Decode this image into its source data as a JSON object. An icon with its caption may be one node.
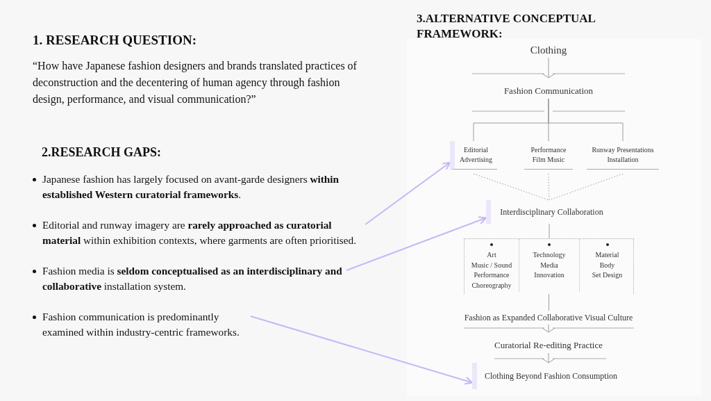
{
  "diagram": {
    "nodes": [
      {
        "text": [
          "Clothing"
        ]
      },
      {
        "text": [
          "Fashion Communication"
        ]
      },
      {
        "text": [
          "Editorial",
          "Advertising"
        ]
      },
      {
        "text": [
          "Performance",
          "Film Music"
        ]
      },
      {
        "text": [
          "Runway Presentations",
          "Installation"
        ]
      },
      {
        "text": [
          "Interdisciplinary Collaboration"
        ]
      },
      {
        "text": [],
        "shape": "box"
      },
      {
        "text": [
          "Art",
          "Music / Sound",
          "Performance",
          "Choreography"
        ],
        "in": 6
      },
      {
        "text": [
          "Technology",
          "Media",
          "Innovation"
        ],
        "in": 6
      },
      {
        "text": [
          "Material",
          "Body",
          "Set Design"
        ],
        "in": 6
      },
      {
        "text": [
          "Fashion as Expanded Collaborative Visual Culture"
        ]
      },
      {
        "text": [
          "Curatorial Re-editing Practice"
        ]
      },
      {
        "text": [
          "Clothing Beyond Fashion Consumption"
        ]
      },
      {
        "text": [
          "Editorial and runway imagery are **rarely approached as curatorial material** within exhibition contexts, where garments are often prioritised."
        ]
      },
      {
        "text": [
          "Fashion media is **seldom conceptualised as an interdisciplinary and collaborative** installation system."
        ]
      },
      {
        "text": [
          "Fashion communication is predominantly examined within industry-centric frameworks."
        ]
      }
    ],
    "edges": [
      {
        "from": 0,
        "to": 1,
        "arrow": "to"
      },
      {
        "from": 1,
        "to": 2,
        "arrow": "none"
      },
      {
        "from": 1,
        "to": 3,
        "arrow": "none"
      },
      {
        "from": 1,
        "to": 4,
        "arrow": "none"
      },
      {
        "from": 2,
        "to": 5,
        "arrow": "none",
        "style": "dashed"
      },
      {
        "from": 3,
        "to": 5,
        "arrow": "none",
        "style": "dashed"
      },
      {
        "from": 4,
        "to": 5,
        "arrow": "none",
        "style": "dashed"
      },
      {
        "from": 5,
        "to": 6,
        "arrow": "none"
      },
      {
        "from": 6,
        "to": 10,
        "arrow": "none"
      },
      {
        "from": 10,
        "to": 11,
        "arrow": "to"
      },
      {
        "from": 11,
        "to": 12,
        "arrow": "to"
      },
      {
        "from": 13,
        "to": 2,
        "arrow": "to",
        "color": "#c9b6f7"
      },
      {
        "from": 14,
        "to": 5,
        "arrow": "to",
        "color": "#c9b6f7"
      },
      {
        "from": 15,
        "to": 12,
        "arrow": "to",
        "color": "#c9b6f7"
      }
    ],
    "labels": [
      "1. RESEARCH QUESTION:",
      "“How have Japanese fashion designers and brands translated practices of deconstruction and the decentering of human agency through fashion design, performance, and visual communication?”",
      "2.RESEARCH GAPS:",
      "Japanese fashion has largely focused on avant-garde designers **within established Western curatorial frameworks**.",
      "3.ALTERNATIVE CONCEPTUAL FRAMEWORK:"
    ]
  }
}
